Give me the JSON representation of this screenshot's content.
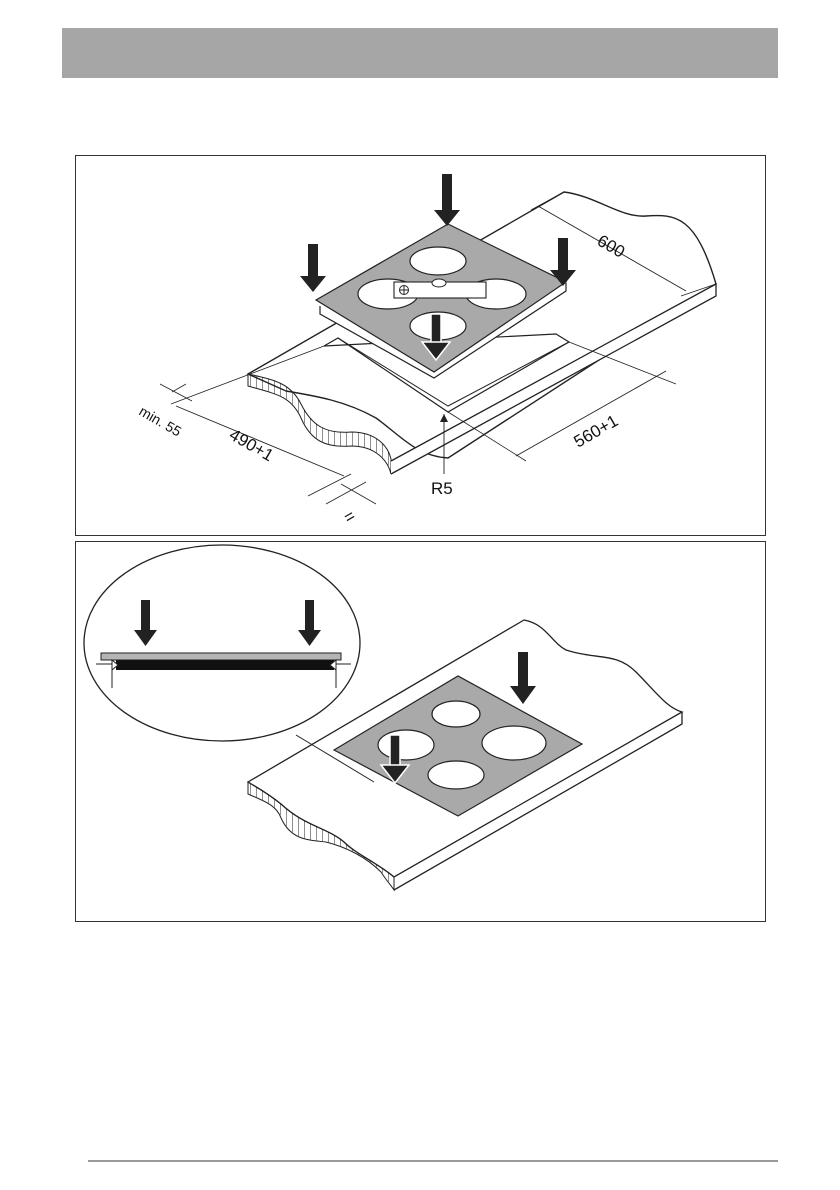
{
  "header": {
    "title": ""
  },
  "figure_top": {
    "labels": {
      "width": "600",
      "min_edge": "min. 55",
      "cutout_depth": "490+1",
      "cutout_width": "560+1",
      "corner_radius": "R5",
      "equal": "="
    }
  },
  "figure_bottom": {},
  "colors": {
    "header": "#a6a6a6",
    "hob_glass": "#a9a9a9",
    "arrow": "#222222",
    "frame": "#333333"
  }
}
